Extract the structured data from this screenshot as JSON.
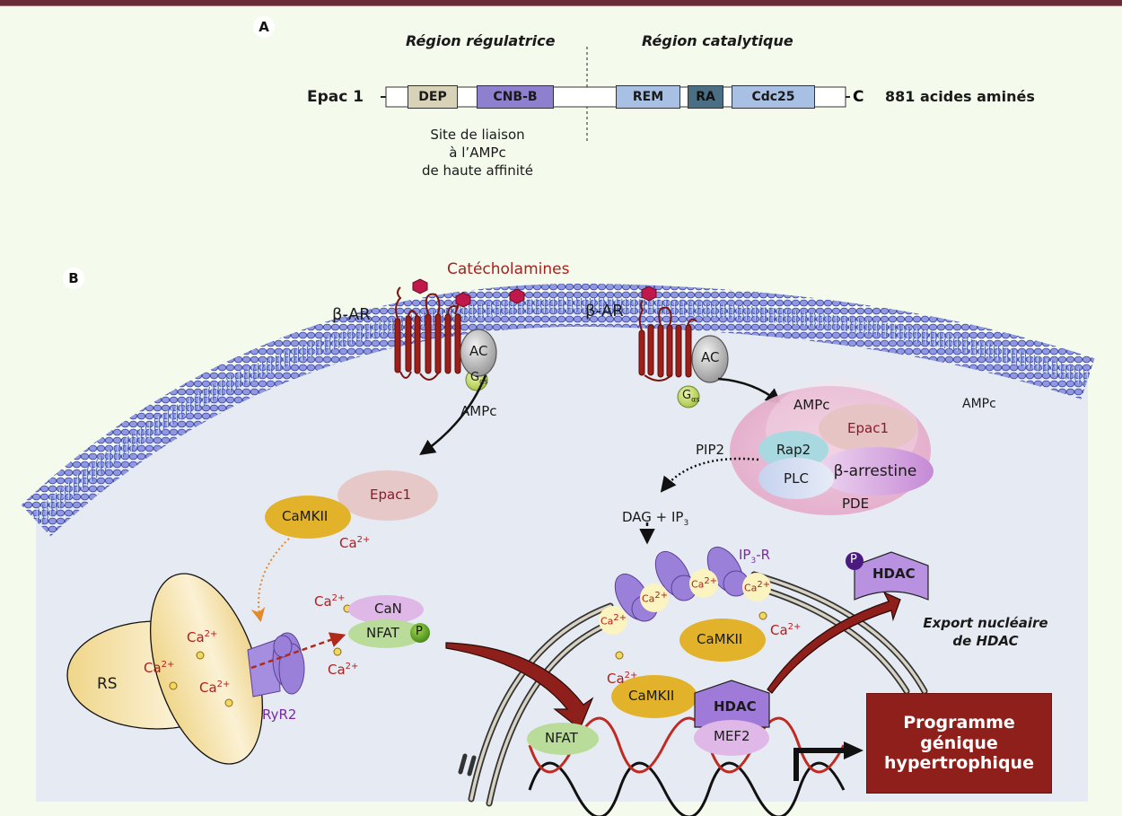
{
  "panel_a": {
    "letter": "A",
    "region_regulatory": "Région régulatrice",
    "region_catalytic": "Région catalytique",
    "protein_name": "Epac 1",
    "n_terminus": "-",
    "c_terminus": "C",
    "length_label": "881 acides aminés",
    "domains": [
      {
        "name": "DEP",
        "color": "#d8d3b8"
      },
      {
        "name": "CNB-B",
        "color": "#8f7fcf"
      },
      {
        "name": "REM",
        "color": "#a8c0e4"
      },
      {
        "name": "RA",
        "color": "#4a6e84"
      },
      {
        "name": "Cdc25",
        "color": "#a8c0e4"
      }
    ],
    "binding_note": [
      "Site de liaison",
      "à l’AMPc",
      "de haute affinité"
    ]
  },
  "panel_b": {
    "letter": "B",
    "catecholamines": "Catécholamines",
    "beta_ar": "β-AR",
    "ac": "AC",
    "gas_g": "G",
    "gas_sub": "αs",
    "ampc": "AMPc",
    "epac1": "Epac1",
    "camkii": "CaMKII",
    "ca": "Ca",
    "ca_sup": "2+",
    "rs": "RS",
    "ryr2": "RyR2",
    "can": "CaN",
    "nfat": "NFAT",
    "p": "P",
    "complex": {
      "ampc": "AMPc",
      "epac1": "Epac1",
      "rap2": "Rap2",
      "plc": "PLC",
      "beta_arrestine": "β-arrestine",
      "pde": "PDE"
    },
    "pip2": "PIP2",
    "dag_ip3": "DAG + IP",
    "ip3_sub": "3",
    "ip3r": "IP",
    "ip3r_sub": "3",
    "ip3r_suffix": "-R",
    "hdac": "HDAC",
    "mef2": "MEF2",
    "export_label": [
      "Export nucléaire",
      "de HDAC"
    ],
    "program_label": [
      "Programme",
      "génique",
      "hypertrophique"
    ]
  },
  "colors": {
    "frame_bar": "#6a2a36",
    "background": "#f4faec",
    "cytoplasm": "#e6ebf3",
    "membrane": "#6a74c8",
    "receptor": "#9e1f1a",
    "catecholamine": "#c0184a",
    "camkii": "#e2b22a",
    "epac1": "#e6c8c8",
    "nfat": "#b9dc9a",
    "can": "#e0b8e8",
    "hdac": "#a07ad8",
    "program_box": "#8e1f1a",
    "calcium_text": "#b01e1e"
  }
}
